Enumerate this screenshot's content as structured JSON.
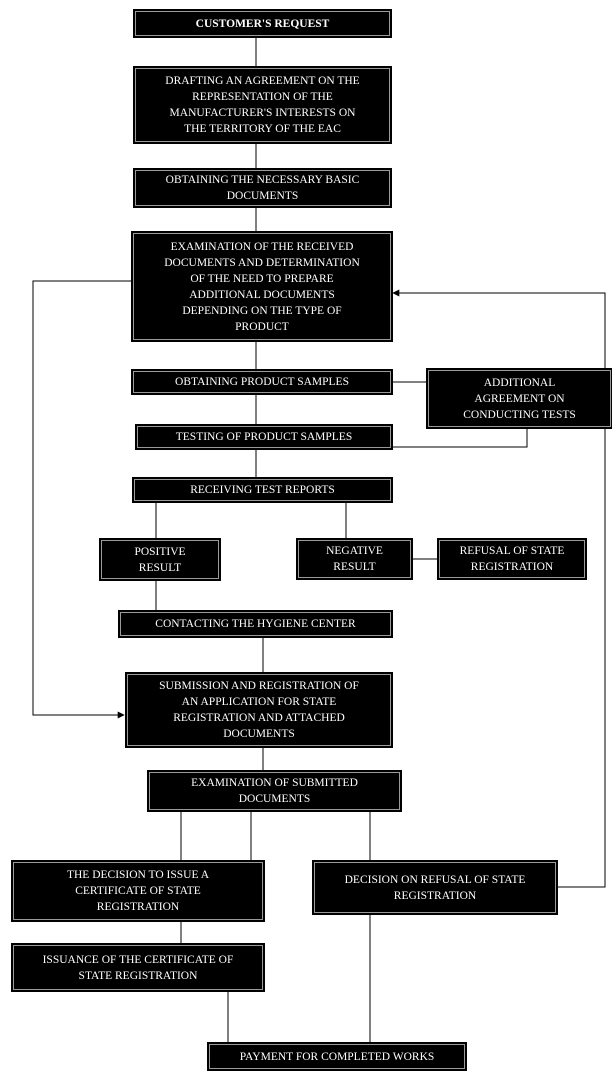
{
  "diagram": {
    "nodes": {
      "customer_request": "CUSTOMER'S REQUEST",
      "drafting_agreement": "DRAFTING AN AGREEMENT ON THE\nREPRESENTATION OF THE\nMANUFACTURER'S INTERESTS ON\nTHE TERRITORY OF THE EAC",
      "obtaining_documents": "OBTAINING THE NECESSARY BASIC\nDOCUMENTS",
      "examination_documents": "EXAMINATION OF THE RECEIVED\nDOCUMENTS AND DETERMINATION\nOF THE NEED TO PREPARE\nADDITIONAL DOCUMENTS\nDEPENDING ON THE TYPE OF\nPRODUCT",
      "obtaining_samples": "OBTAINING PRODUCT SAMPLES",
      "additional_agreement": "ADDITIONAL\nAGREEMENT ON\nCONDUCTING TESTS",
      "testing_samples": "TESTING OF PRODUCT SAMPLES",
      "receiving_reports": "RECEIVING TEST REPORTS",
      "positive_result": "POSITIVE\nRESULT",
      "negative_result": "NEGATIVE\nRESULT",
      "refusal_registration": "REFUSAL OF STATE\nREGISTRATION",
      "hygiene_center": "CONTACTING THE HYGIENE CENTER",
      "submission_application": "SUBMISSION AND REGISTRATION OF\nAN APPLICATION FOR STATE\nREGISTRATION AND ATTACHED\nDOCUMENTS",
      "examination_submitted": "EXAMINATION OF SUBMITTED\nDOCUMENTS",
      "decision_issue": "THE DECISION TO ISSUE A\nCERTIFICATE OF STATE\nREGISTRATION",
      "decision_refusal": "DECISION ON REFUSAL OF STATE\nREGISTRATION",
      "issuance_certificate": "ISSUANCE OF THE CERTIFICATE OF\nSTATE REGISTRATION",
      "payment": "PAYMENT FOR COMPLETED WORKS"
    }
  }
}
